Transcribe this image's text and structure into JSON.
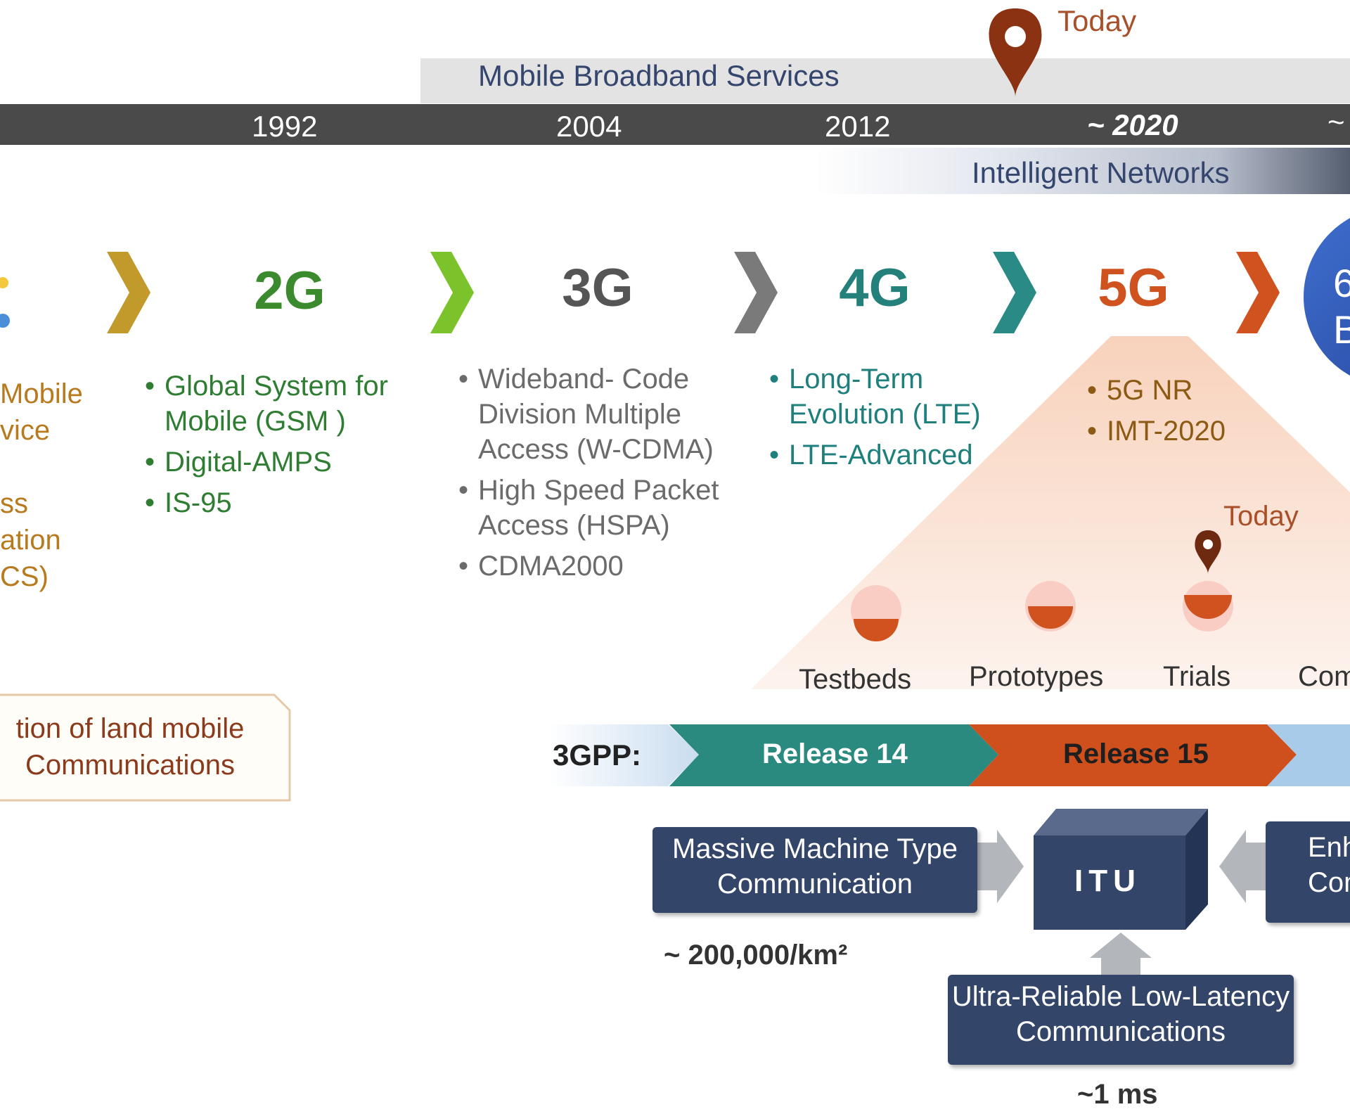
{
  "timeline": {
    "bands": {
      "mobile_broadband": "Mobile Broadband Services",
      "intelligent_networks": "Intelligent Networks"
    },
    "years": [
      "1992",
      "2004",
      "2012"
    ],
    "today_year": "~ 2020",
    "trailing_year": "~",
    "today_label": "Today"
  },
  "generations": {
    "g1": {
      "items": [
        "Mobile",
        "vice",
        "ss",
        "ation",
        "CS)"
      ]
    },
    "g2": {
      "title": "2G",
      "items": [
        "Global System for Mobile (GSM )",
        "Digital-AMPS",
        "IS-95"
      ]
    },
    "g3": {
      "title": "3G",
      "items": [
        "Wideband- Code Division Multiple Access (W-CDMA)",
        "High Speed Packet Access (HSPA)",
        "CDMA2000"
      ]
    },
    "g4": {
      "title": "4G",
      "items": [
        "Long-Term Evolution (LTE)",
        "LTE-Advanced"
      ]
    },
    "g5": {
      "title": "5G",
      "items": [
        "5G NR",
        "IMT-2020"
      ]
    },
    "g6": {
      "title_line1": "6",
      "title_line2": "B"
    }
  },
  "stages": {
    "labels": [
      "Testbeds",
      "Prototypes",
      "Trials",
      "Com"
    ],
    "today_label": "Today"
  },
  "callout": {
    "line1": "tion of land mobile",
    "line2": "Communications"
  },
  "gpp": {
    "label": "3GPP:",
    "releases": [
      "Release 14",
      "Release 15"
    ]
  },
  "itu": {
    "center": "ITU",
    "mmtc": {
      "label": "Massive Machine Type Communication",
      "metric": "~ 200,000/km²"
    },
    "urllc": {
      "label": "Ultra-Reliable Low-Latency Communications",
      "metric": "~1 ms"
    },
    "embb": {
      "label_line1": "Enh",
      "label_line2": "Com"
    }
  },
  "colors": {
    "timeline_bar": "#4a4a4a",
    "band_gray": "#e2e2e2",
    "pin": "#8a3212",
    "g1": "#c19a2b",
    "g2": "#7cc22a",
    "g3": "#7a7a7a",
    "g4": "#2a8a86",
    "g5": "#d0521e",
    "release14": "#2a8a80",
    "release15": "#cf4f1d",
    "release_next": "#a9cbea",
    "itu_box": "#34456a"
  }
}
